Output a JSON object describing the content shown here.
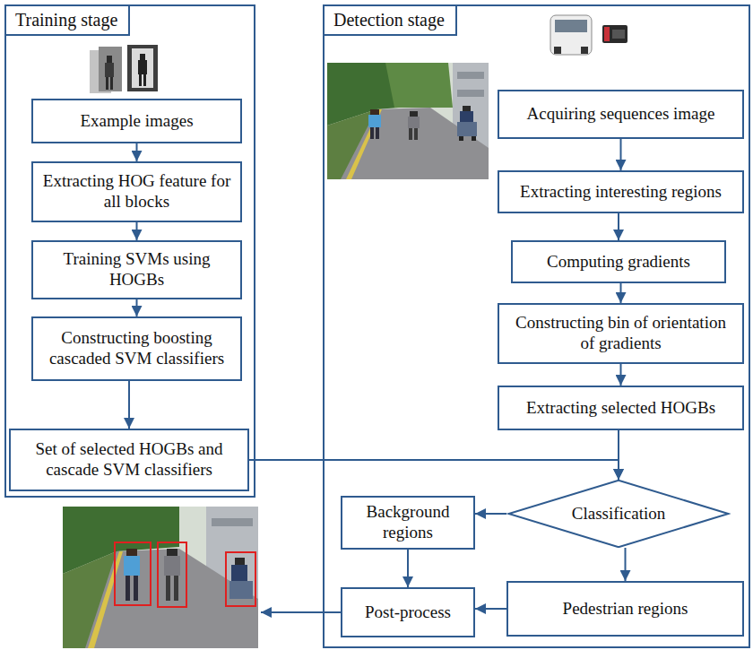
{
  "diagram": {
    "nodes": [
      {
        "text": [
          "Training stage"
        ]
      },
      {
        "text": [
          "Example images"
        ],
        "in": 0
      },
      {
        "text": [
          "Extracting HOG feature for all blocks"
        ],
        "in": 0
      },
      {
        "text": [
          "Training SVMs using HOGBs"
        ],
        "in": 0
      },
      {
        "text": [
          "Constructing boosting cascaded SVM classifiers"
        ],
        "in": 0
      },
      {
        "text": [
          "Set of selected HOGBs and cascade SVM classifiers"
        ],
        "in": 0
      },
      {
        "text": [
          "Detection stage"
        ]
      },
      {
        "text": [
          "Acquiring sequences image"
        ],
        "in": 6
      },
      {
        "text": [
          "Extracting interesting regions"
        ],
        "in": 6
      },
      {
        "text": [
          "Computing gradients"
        ],
        "in": 6
      },
      {
        "text": [
          "Constructing bin of orientation of gradients"
        ],
        "in": 6
      },
      {
        "text": [
          "Extracting selected HOGBs"
        ],
        "in": 6
      },
      {
        "text": [
          "Classification"
        ],
        "in": 6
      },
      {
        "text": [
          "Background regions"
        ],
        "in": 6
      },
      {
        "text": [
          "Pedestrian regions"
        ],
        "in": 6
      },
      {
        "text": [
          "Post-process"
        ],
        "in": 6
      }
    ],
    "edges": [
      {
        "from": 1,
        "to": 2,
        "arrow": "to"
      },
      {
        "from": 2,
        "to": 3,
        "arrow": "to"
      },
      {
        "from": 3,
        "to": 4,
        "arrow": "to"
      },
      {
        "from": 4,
        "to": 5,
        "arrow": "to"
      },
      {
        "from": 7,
        "to": 8,
        "arrow": "to"
      },
      {
        "from": 8,
        "to": 9,
        "arrow": "to"
      },
      {
        "from": 9,
        "to": 10,
        "arrow": "to"
      },
      {
        "from": 10,
        "to": 11,
        "arrow": "to"
      },
      {
        "from": 11,
        "to": 12,
        "arrow": "to"
      },
      {
        "from": 5,
        "to": 12,
        "arrow": "to"
      },
      {
        "from": 12,
        "to": 13,
        "arrow": "to"
      },
      {
        "from": 12,
        "to": 14,
        "arrow": "to"
      },
      {
        "from": 13,
        "to": 15,
        "arrow": "to"
      },
      {
        "from": 14,
        "to": 15,
        "arrow": "to"
      }
    ]
  }
}
